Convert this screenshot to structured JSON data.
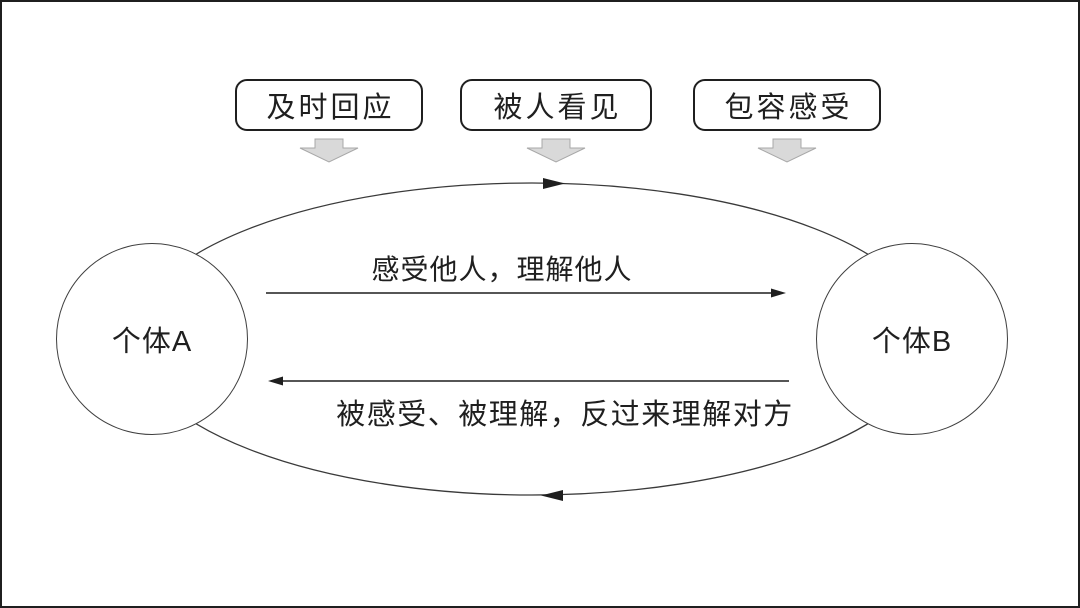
{
  "colors": {
    "bg": "#ffffff",
    "ink": "#1f1f1f",
    "line": "#3a3a3a",
    "circle-stroke": "#3f3f3f",
    "gray-arrow-fill": "#d9d9d9",
    "gray-arrow-stroke": "#a8a8a8"
  },
  "top_boxes": [
    {
      "label": "及时回应"
    },
    {
      "label": "被人看见"
    },
    {
      "label": "包容感受"
    }
  ],
  "entities": {
    "left_label": "个体A",
    "right_label": "个体B"
  },
  "flows": {
    "forward_label": "感受他人，理解他人",
    "backward_label": "被感受、被理解，反过来理解对方",
    "forward_direction": "right",
    "backward_direction": "left",
    "cycle_direction": "clockwise"
  }
}
